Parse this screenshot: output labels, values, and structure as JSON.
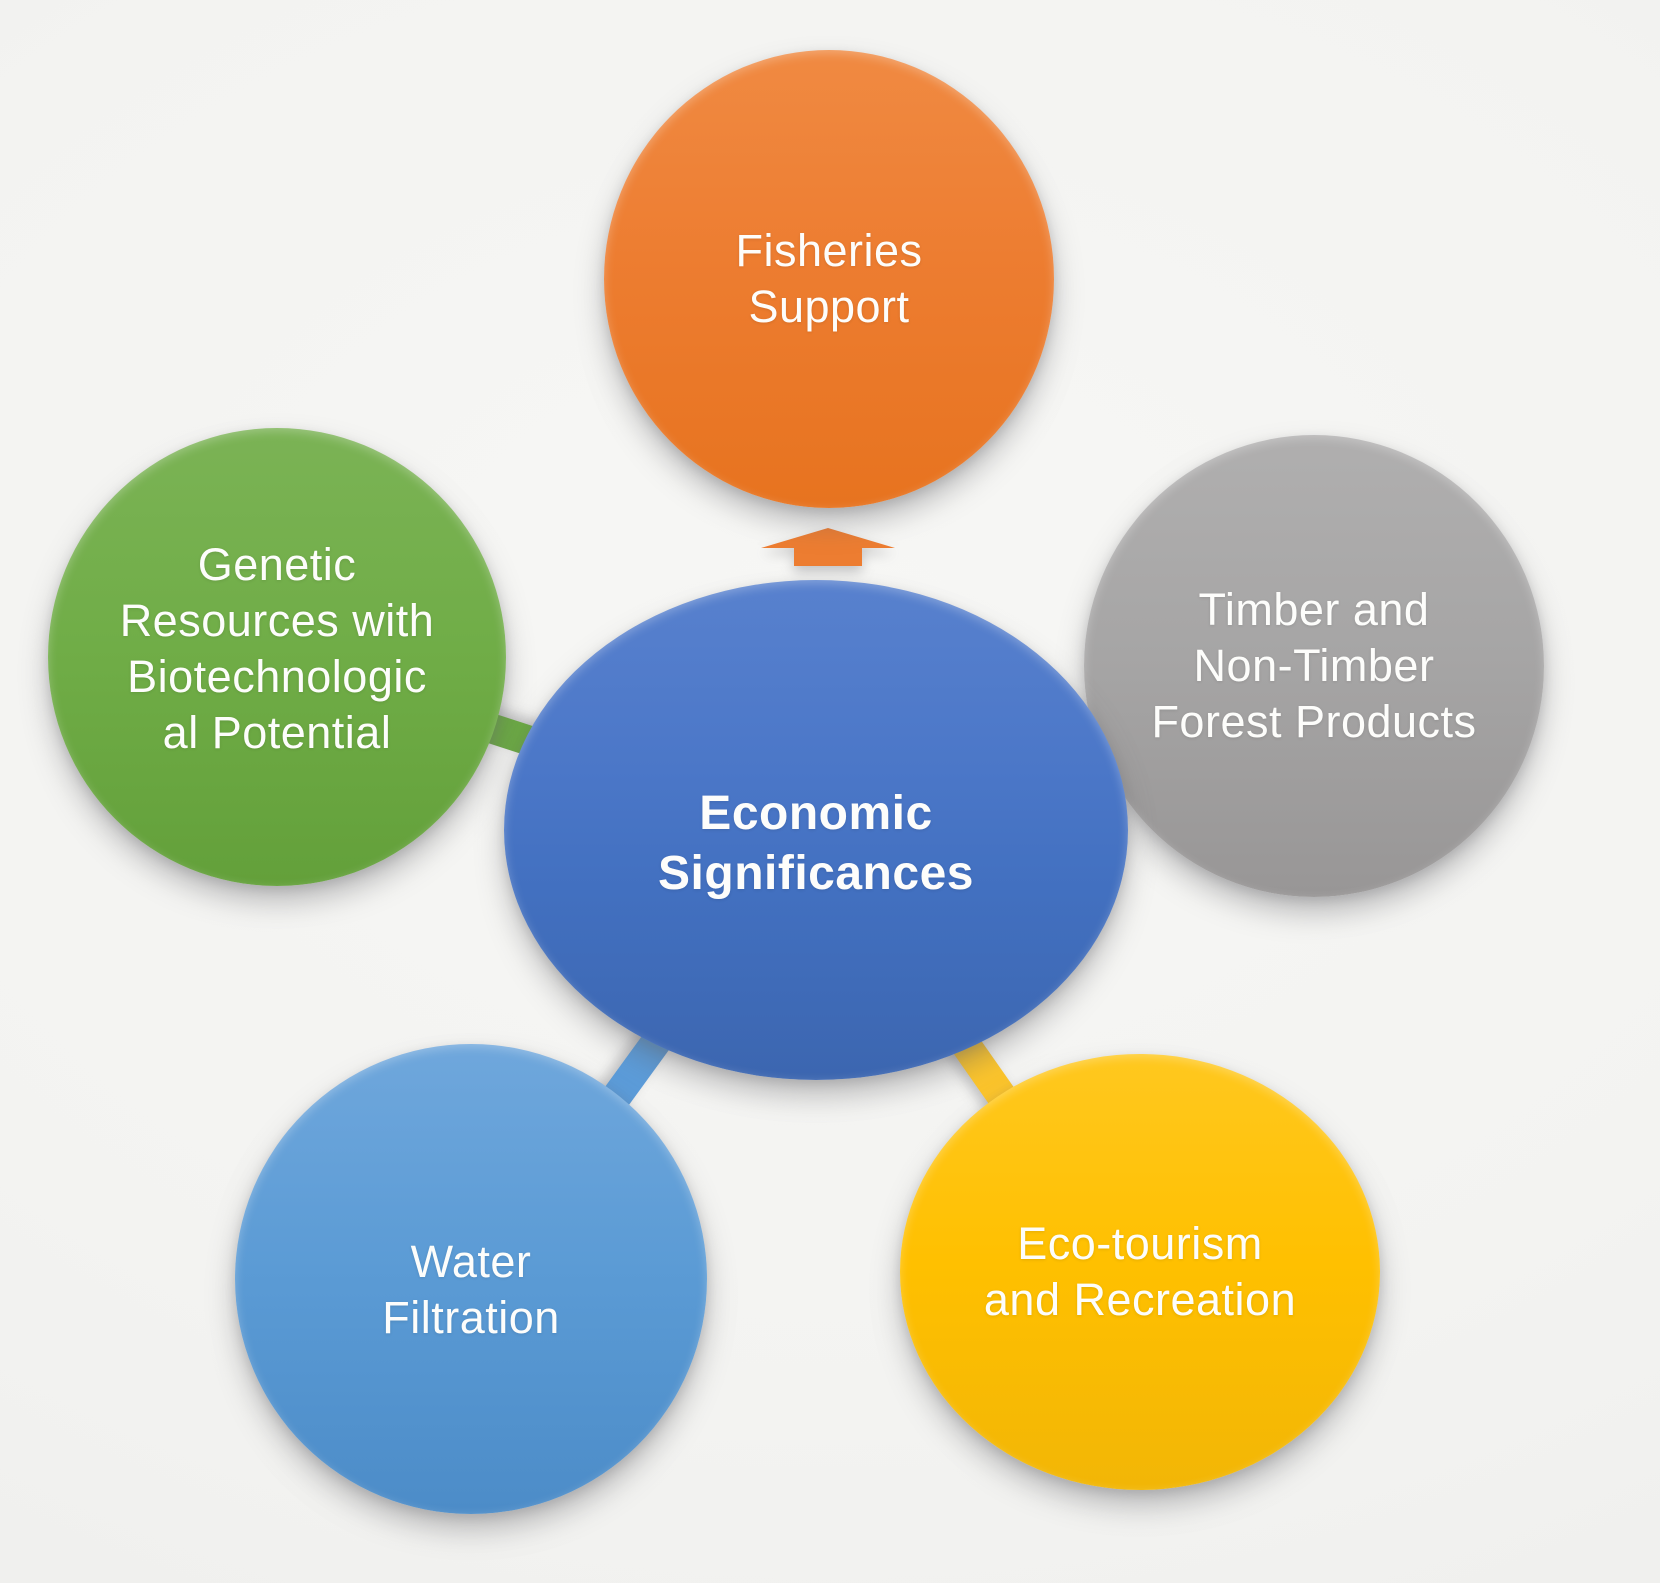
{
  "background_color": "#f3f3f1",
  "center": {
    "lines": [
      "Economic",
      "Significances"
    ],
    "color": "#4472C4"
  },
  "nodes": {
    "fisheries": {
      "lines": [
        "Fisheries",
        "Support"
      ],
      "color": "#ED7D31"
    },
    "timber": {
      "lines": [
        "Timber and",
        "Non-Timber",
        "Forest Products"
      ],
      "color": "#A6A5A5"
    },
    "ecotourism": {
      "lines": [
        "Eco-tourism",
        "and Recreation"
      ],
      "color": "#FFC000"
    },
    "water": {
      "lines": [
        "Water",
        "Filtration"
      ],
      "color": "#5B9BD5"
    },
    "genetic": {
      "lines": [
        "Genetic",
        "Resources with",
        "Biotechnologic",
        "al Potential"
      ],
      "color": "#70AD47"
    }
  },
  "arrows": {
    "to_fisheries": {
      "color": "#ED7D31"
    },
    "to_timber": {
      "color": "#A5A5A5"
    },
    "to_ecotourism": {
      "color": "#FCC52C"
    },
    "to_water": {
      "color": "#5C9CD9"
    },
    "to_genetic": {
      "color": "#6CAB44"
    }
  }
}
